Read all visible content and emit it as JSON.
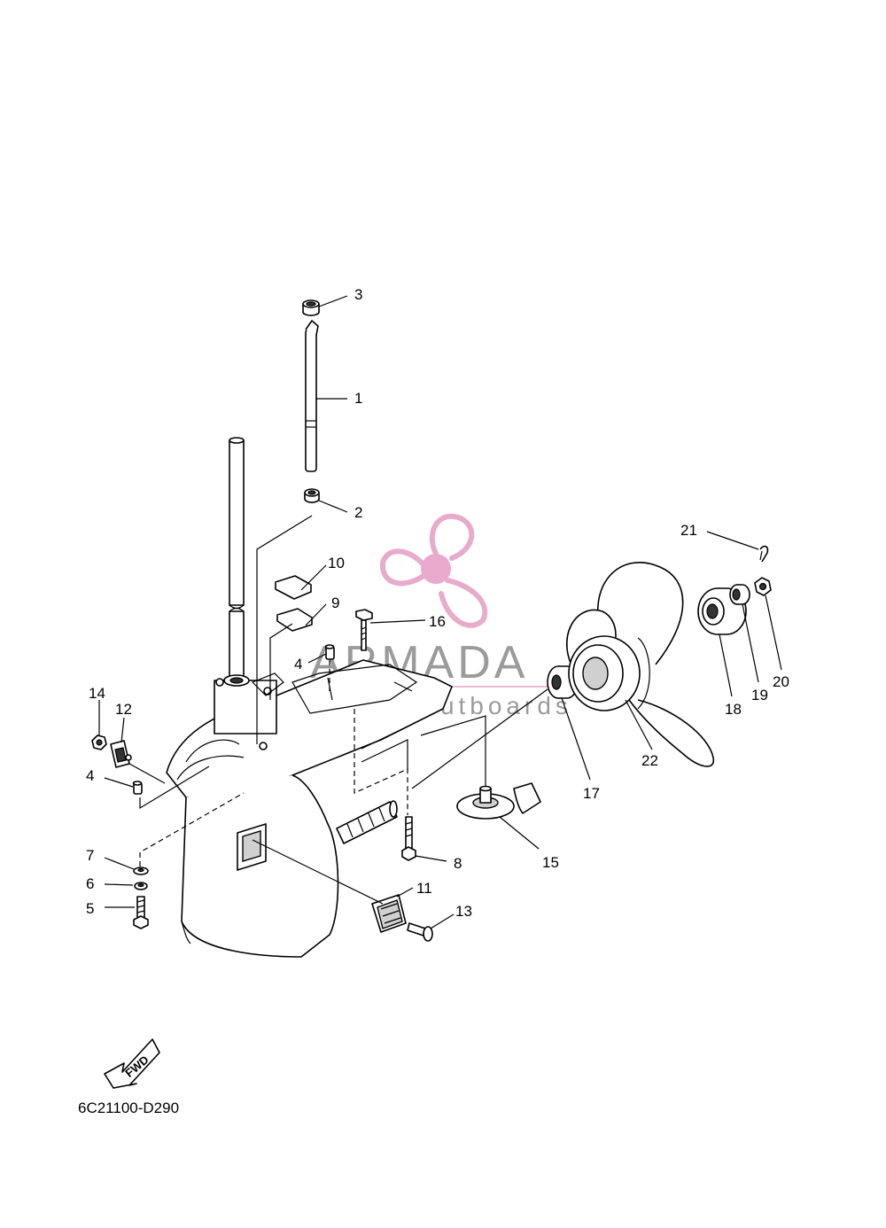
{
  "diagram": {
    "drawing_code": "6C21100-D290",
    "fwd_label": "FWD",
    "watermark": {
      "brand": "ARMADA",
      "tagline": "marine outboards",
      "colors": {
        "logo": "#e6a3c6",
        "logo_core": "#e8a1c9",
        "text": "#8a8a8a"
      }
    },
    "callouts": [
      {
        "id": "c1",
        "label": "1"
      },
      {
        "id": "c2",
        "label": "2"
      },
      {
        "id": "c3",
        "label": "3"
      },
      {
        "id": "c4a",
        "label": "4"
      },
      {
        "id": "c4b",
        "label": "4"
      },
      {
        "id": "c5",
        "label": "5"
      },
      {
        "id": "c6",
        "label": "6"
      },
      {
        "id": "c7",
        "label": "7"
      },
      {
        "id": "c8",
        "label": "8"
      },
      {
        "id": "c9",
        "label": "9"
      },
      {
        "id": "c10",
        "label": "10"
      },
      {
        "id": "c11",
        "label": "11"
      },
      {
        "id": "c12",
        "label": "12"
      },
      {
        "id": "c13",
        "label": "13"
      },
      {
        "id": "c14",
        "label": "14"
      },
      {
        "id": "c15",
        "label": "15"
      },
      {
        "id": "c16",
        "label": "16"
      },
      {
        "id": "c17",
        "label": "17"
      },
      {
        "id": "c18",
        "label": "18"
      },
      {
        "id": "c19",
        "label": "19"
      },
      {
        "id": "c20",
        "label": "20"
      },
      {
        "id": "c21",
        "label": "21"
      },
      {
        "id": "c22",
        "label": "22"
      }
    ]
  }
}
